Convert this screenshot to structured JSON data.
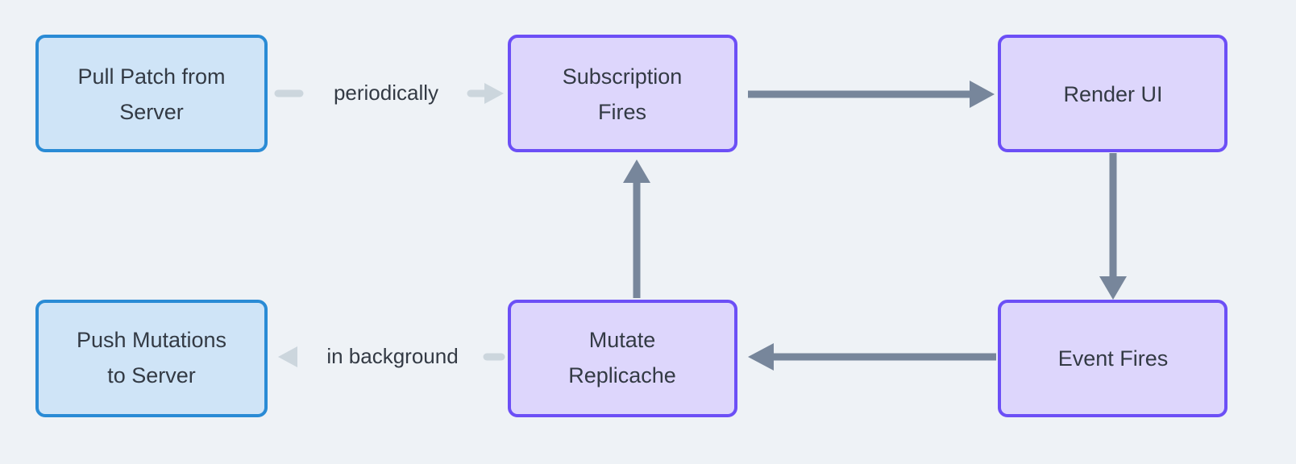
{
  "diagram": {
    "type": "flowchart",
    "background_color": "#eef2f6",
    "nodes": [
      {
        "id": "pull-patch-from-server",
        "label_line1": "Pull Patch from",
        "label_line2": "Server",
        "style": "blue",
        "fill_color": "#cfe4f7",
        "border_color": "#2a8bd5",
        "text_color": "#333a44"
      },
      {
        "id": "subscription-fires",
        "label_line1": "Subscription",
        "label_line2": "Fires",
        "style": "purple",
        "fill_color": "#ddd6fc",
        "border_color": "#6c4ff6",
        "text_color": "#333a44"
      },
      {
        "id": "render-ui",
        "label_line1": "Render UI",
        "label_line2": "",
        "style": "purple",
        "fill_color": "#ddd6fc",
        "border_color": "#6c4ff6",
        "text_color": "#333a44"
      },
      {
        "id": "event-fires",
        "label_line1": "Event Fires",
        "label_line2": "",
        "style": "purple",
        "fill_color": "#ddd6fc",
        "border_color": "#6c4ff6",
        "text_color": "#333a44"
      },
      {
        "id": "mutate-replicache",
        "label_line1": "Mutate",
        "label_line2": "Replicache",
        "style": "purple",
        "fill_color": "#ddd6fc",
        "border_color": "#6c4ff6",
        "text_color": "#333a44"
      },
      {
        "id": "push-mutations-to-server",
        "label_line1": "Push Mutations",
        "label_line2": "to Server",
        "style": "blue",
        "fill_color": "#cfe4f7",
        "border_color": "#2a8bd5",
        "text_color": "#333a44"
      }
    ],
    "edges": [
      {
        "id": "pull-patch-to-subscription",
        "from": "pull-patch-from-server",
        "to": "subscription-fires",
        "label": "periodically",
        "style": "dashed",
        "color": "#ccd6dd",
        "direction": "right"
      },
      {
        "id": "subscription-to-render-ui",
        "from": "subscription-fires",
        "to": "render-ui",
        "label": "",
        "style": "solid",
        "color": "#77869b",
        "direction": "right"
      },
      {
        "id": "render-ui-to-event-fires",
        "from": "render-ui",
        "to": "event-fires",
        "label": "",
        "style": "solid",
        "color": "#77869b",
        "direction": "down"
      },
      {
        "id": "event-fires-to-mutate",
        "from": "event-fires",
        "to": "mutate-replicache",
        "label": "",
        "style": "solid",
        "color": "#77869b",
        "direction": "left"
      },
      {
        "id": "mutate-to-subscription",
        "from": "mutate-replicache",
        "to": "subscription-fires",
        "label": "",
        "style": "solid",
        "color": "#77869b",
        "direction": "up"
      },
      {
        "id": "mutate-to-push-mutations",
        "from": "mutate-replicache",
        "to": "push-mutations-to-server",
        "label": "in background",
        "style": "dashed",
        "color": "#ccd6dd",
        "direction": "left"
      }
    ]
  }
}
